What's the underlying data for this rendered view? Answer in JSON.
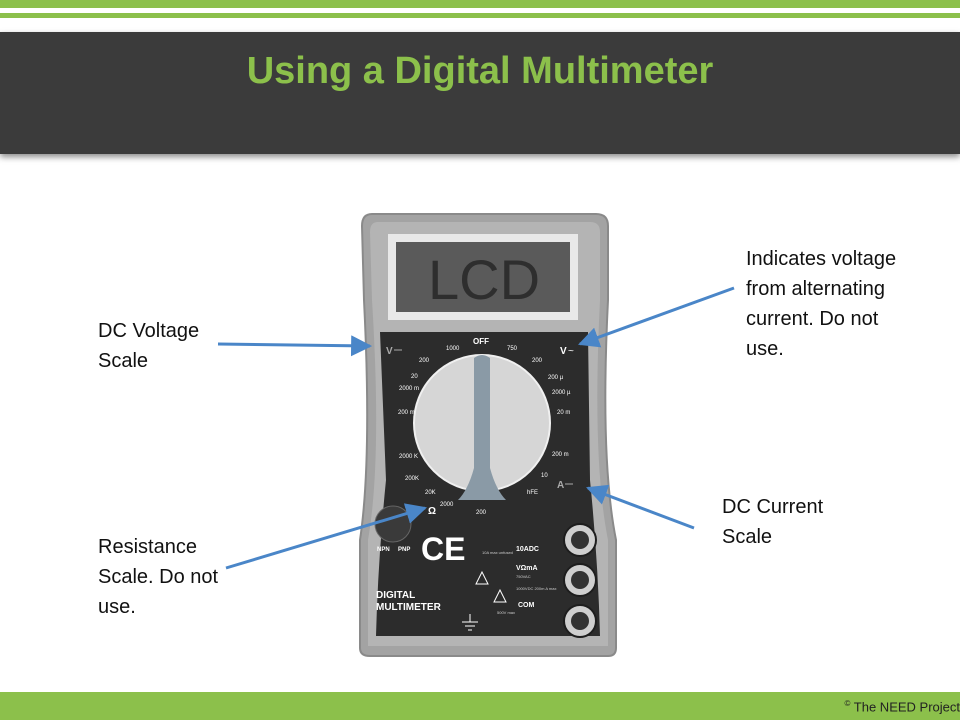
{
  "title": "Using a Digital Multimeter",
  "footer": {
    "copyright_symbol": "©",
    "text": "The NEED Project"
  },
  "labels": {
    "dc_voltage": "DC Voltage Scale",
    "ac_voltage": "Indicates voltage from alternating current. Do not use.",
    "dc_current": "DC Current Scale",
    "resistance": "Resistance Scale. Do not use."
  },
  "meter": {
    "lcd": "LCD",
    "off": "OFF",
    "v_dc": "V",
    "v_ac": "V",
    "amp_dc": "A",
    "ohm": "Ω",
    "ce": "CE",
    "brand_line1": "DIGITAL",
    "brand_line2": "MULTIMETER",
    "npn": "NPN",
    "pnp": "PNP",
    "hfe": "hFE",
    "dial": {
      "v_dc_ticks": [
        "1000",
        "200",
        "20",
        "2000 m",
        "200 m"
      ],
      "v_ac_ticks": [
        "750",
        "200"
      ],
      "right_ticks": [
        "200 µ",
        "2000 µ",
        "20 m",
        "200 m",
        "10"
      ],
      "ohm_ticks": [
        "2000 K",
        "200K",
        "20K",
        "2000",
        "200"
      ]
    },
    "jacks": {
      "a10": "10ADC",
      "a10_note": "10A max unfused",
      "vohm": "VΩmA",
      "vohm_note": "750VAC",
      "vohm_note2": "1000VDC 200m A max",
      "com": "COM",
      "com_note": "500V max"
    }
  },
  "colors": {
    "accent": "#8cc04b",
    "title_bar": "#3b3b3b",
    "arrow": "#4a86c8",
    "body": "#9e9e9e",
    "panel": "#2c2c2c"
  }
}
